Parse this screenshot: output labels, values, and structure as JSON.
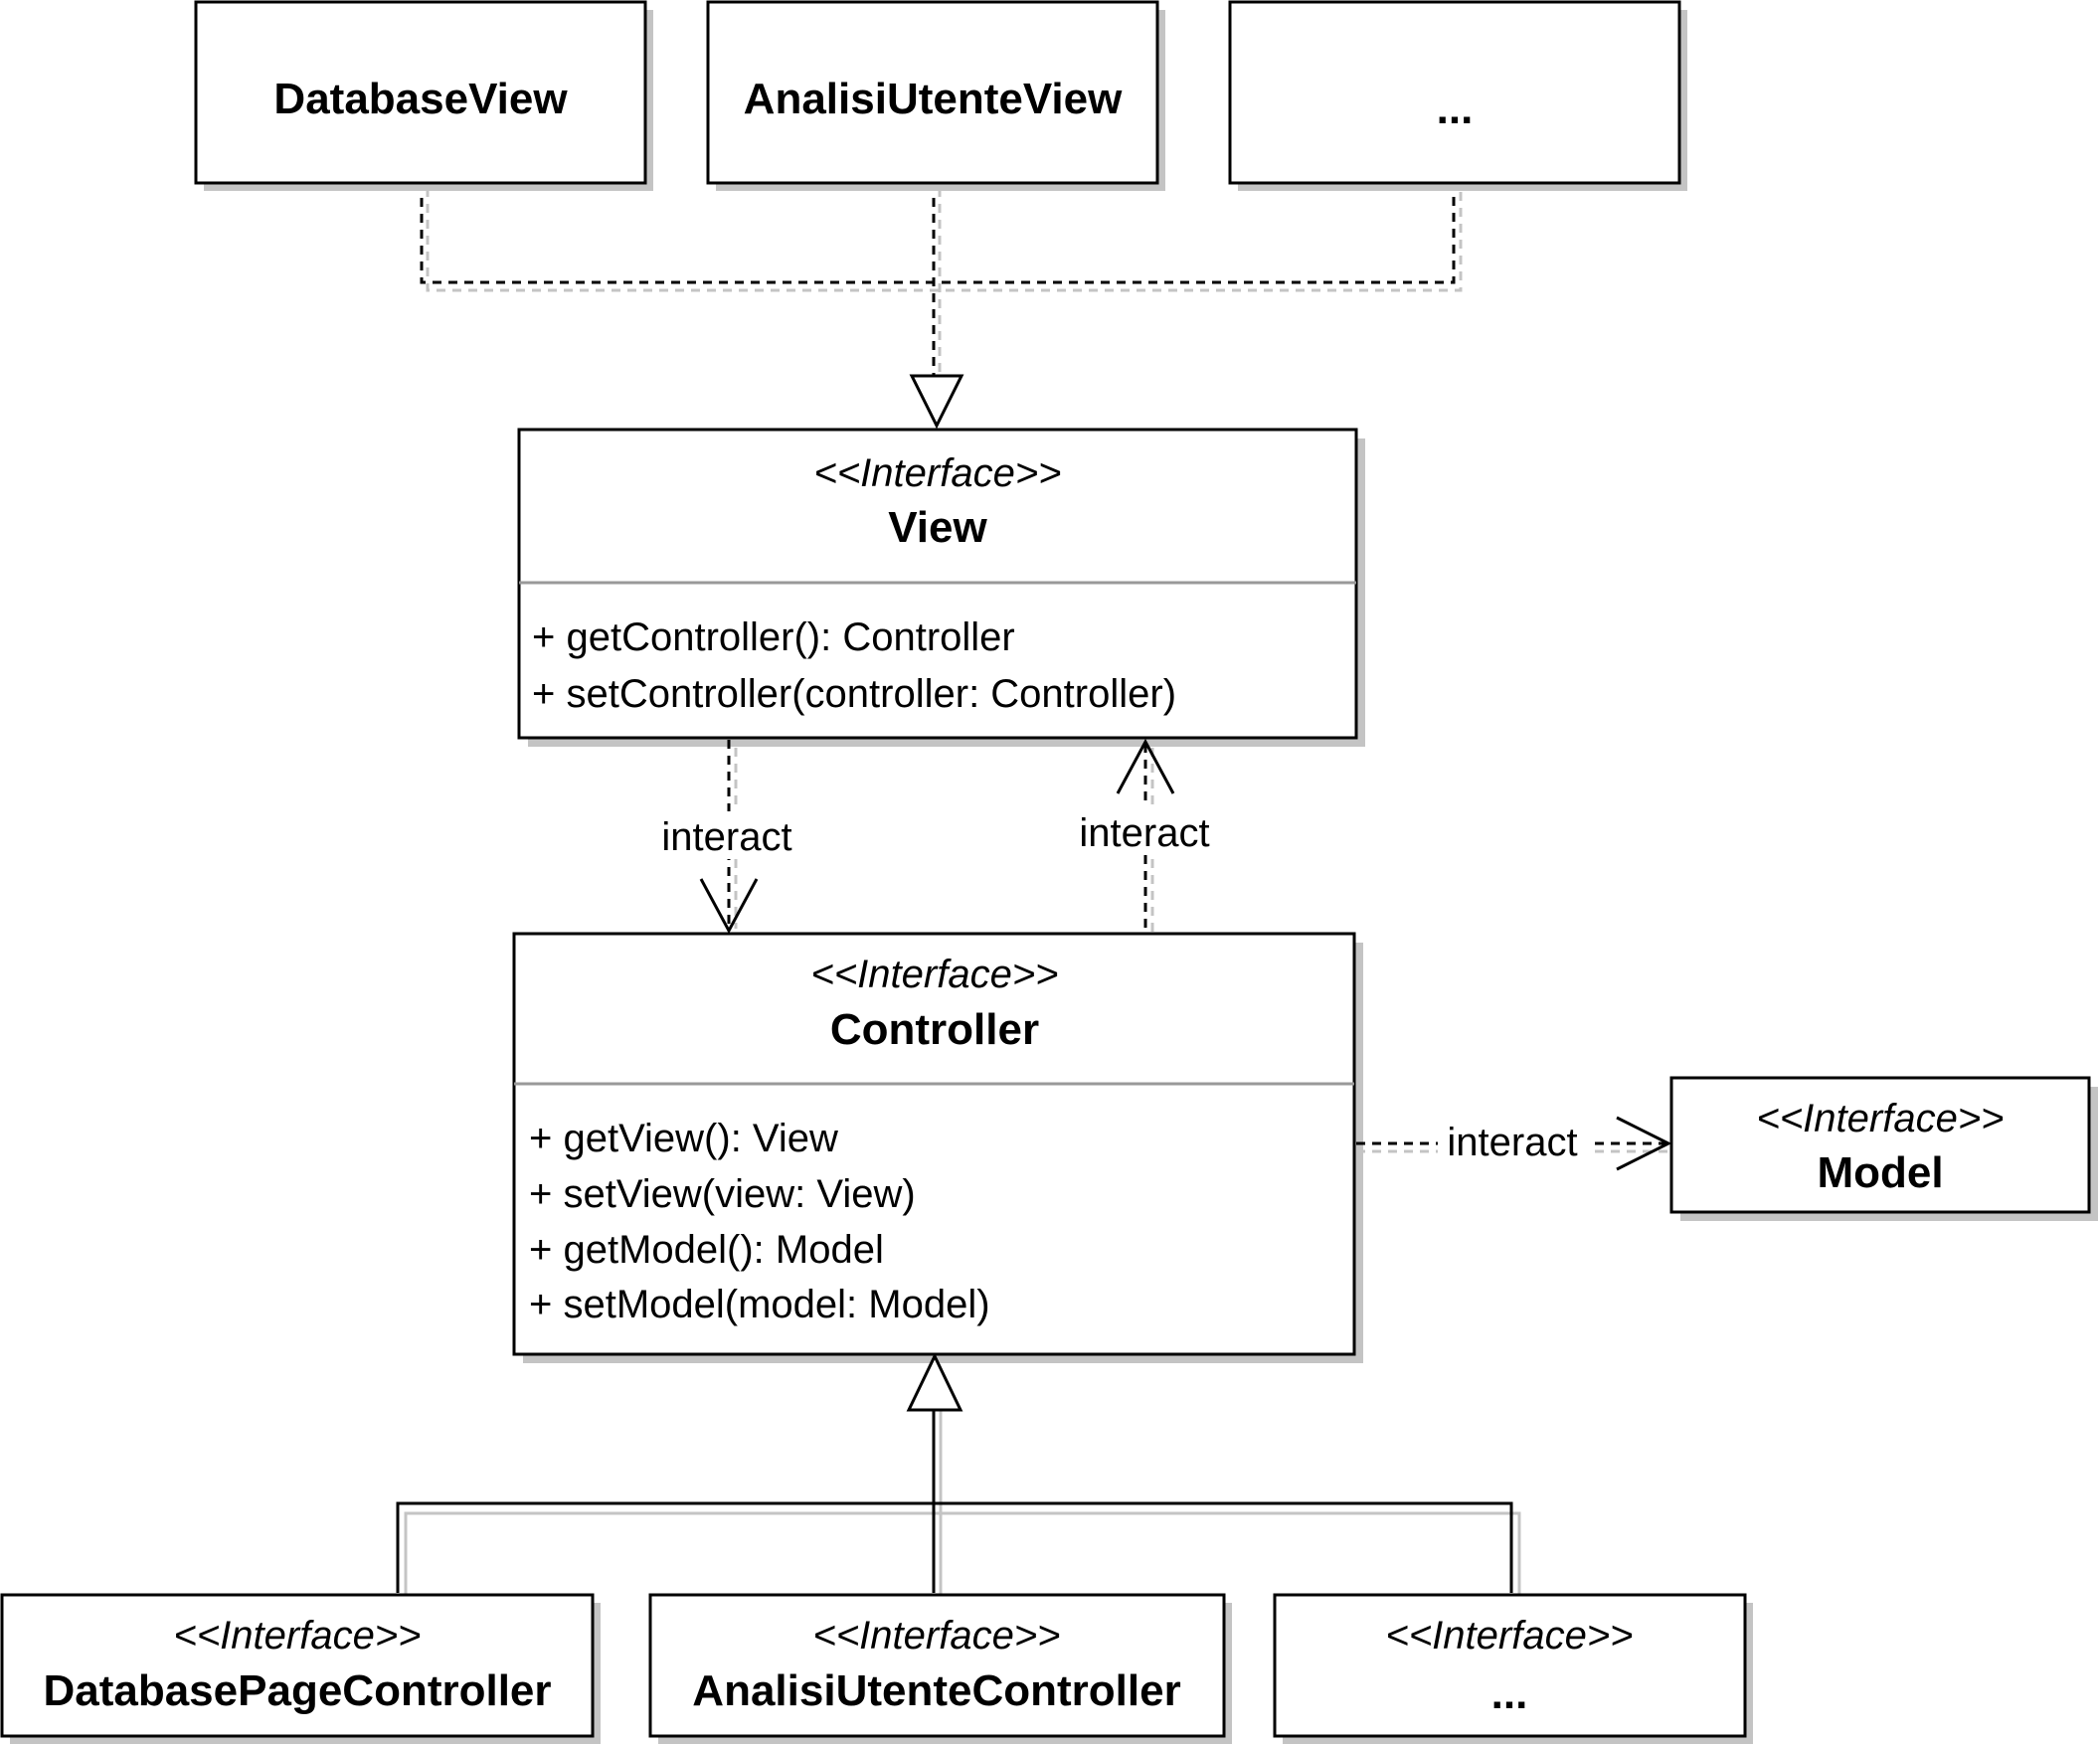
{
  "views": {
    "database_view": "DatabaseView",
    "analisi_utente_view": "AnalisiUtenteView",
    "more_views": "..."
  },
  "view_interface": {
    "stereotype": "<<Interface>>",
    "name": "View",
    "methods": [
      "+ getController(): Controller",
      "+ setController(controller: Controller)"
    ]
  },
  "controller_interface": {
    "stereotype": "<<Interface>>",
    "name": "Controller",
    "methods": [
      "+ getView(): View",
      "+ setView(view: View)",
      "+ getModel(): Model",
      "+ setModel(model: Model)"
    ]
  },
  "model_interface": {
    "stereotype": "<<Interface>>",
    "name": "Model"
  },
  "sub_controllers": {
    "database_page": {
      "stereotype": "<<Interface>>",
      "name": "DatabasePageController"
    },
    "analisi_utente": {
      "stereotype": "<<Interface>>",
      "name": "AnalisiUtenteController"
    },
    "more": {
      "stereotype": "<<Interface>>",
      "name": "..."
    }
  },
  "relations": {
    "view_to_controller": "interact",
    "controller_to_view": "interact",
    "controller_to_model": "interact"
  }
}
